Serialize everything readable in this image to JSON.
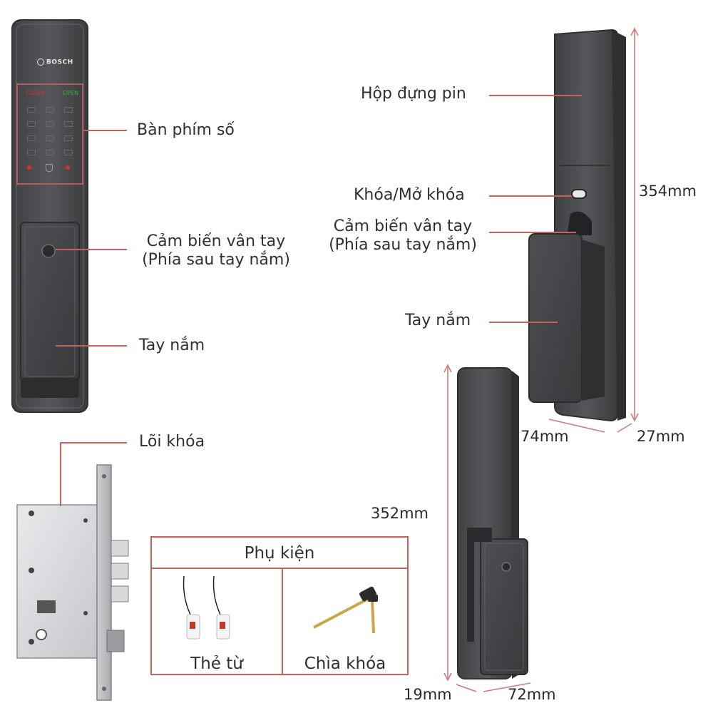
{
  "brand": {
    "logo_text": "BOSCH"
  },
  "keypad": {
    "close_label": "CLOSE",
    "open_label": "OPEN"
  },
  "labels": {
    "keypad": "Bàn phím số",
    "fingerprint_front_line1": "Cảm biến vân tay",
    "fingerprint_front_line2": "(Phía sau tay nắm)",
    "handle_front": "Tay nắm",
    "battery_box": "Hộp đựng pin",
    "lock_unlock": "Khóa/Mở khóa",
    "fingerprint_side_line1": "Cảm biến vân tay",
    "fingerprint_side_line2": "(Phía sau tay nắm)",
    "handle_side": "Tay nắm",
    "mortise": "Lõi khóa"
  },
  "dimensions": {
    "height_back": "354mm",
    "width_back": "74mm",
    "depth_back": "27mm",
    "height_front": "352mm",
    "depth_front": "19mm",
    "width_front": "72mm"
  },
  "accessories": {
    "title": "Phụ kiện",
    "card": "Thẻ từ",
    "key": "Chìa khóa"
  },
  "colors": {
    "leader": "#c9605e",
    "body": "#4a4b4d",
    "dark": "#2e2f31",
    "keypad_red": "#d9302a",
    "keypad_green": "#2fae3a"
  }
}
